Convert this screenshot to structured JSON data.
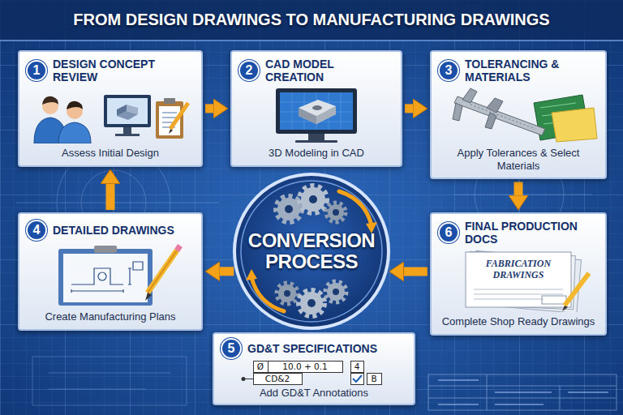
{
  "diagram": {
    "title": "FROM DESIGN DRAWINGS TO MANUFACTURING DRAWINGS",
    "nodes": [
      {
        "text": [
          "1",
          "DESIGN CONCEPT REVIEW",
          "Assess Initial Design"
        ]
      },
      {
        "text": [
          "2",
          "CAD MODEL CREATION",
          "3D Modeling in CAD"
        ]
      },
      {
        "text": [
          "3",
          "TOLERANCING & MATERIALS",
          "Apply Tolerances & Select Materials"
        ]
      },
      {
        "text": [
          "4",
          "DETAILED DRAWINGS",
          "Create Manufacturing Plans"
        ]
      },
      {
        "text": [
          "CONVERSION PROCESS"
        ]
      },
      {
        "text": [
          "6",
          "FINAL PRODUCTION DOCS",
          "Complete Shop Ready Drawings"
        ]
      },
      {
        "text": [
          "5",
          "GD&T SPECIFICATIONS",
          "Add GD&T Annotations"
        ]
      }
    ],
    "edges": [
      {
        "from": 0,
        "to": 1,
        "arrow": "to"
      },
      {
        "from": 1,
        "to": 2,
        "arrow": "to"
      },
      {
        "from": 2,
        "to": 5,
        "arrow": "to"
      },
      {
        "from": 5,
        "to": 4,
        "arrow": "to"
      },
      {
        "from": 4,
        "to": 3,
        "arrow": "to"
      },
      {
        "from": 3,
        "to": 0,
        "arrow": "to"
      }
    ],
    "labels": [
      "FABRICATION DRAWINGS",
      "Ø",
      "10.0 + 0.1",
      "4",
      "B",
      "CD&2"
    ]
  }
}
